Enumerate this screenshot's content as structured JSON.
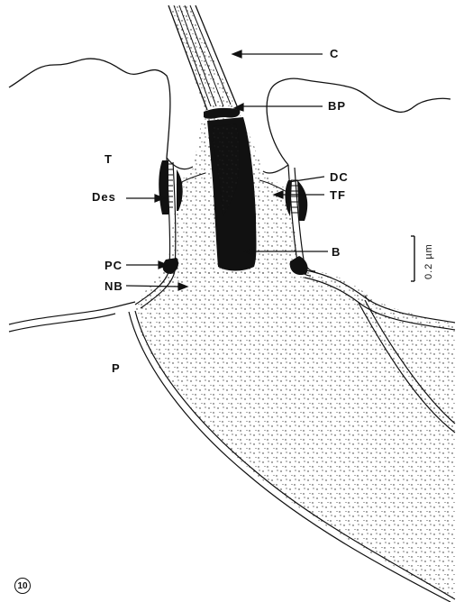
{
  "figure": {
    "number": "10",
    "scale_bar": "0.2 µm",
    "labels": {
      "C": "C",
      "BP": "BP",
      "T": "T",
      "DC": "DC",
      "Des": "Des",
      "TF": "TF",
      "B": "B",
      "PC": "PC",
      "NB": "NB",
      "P": "P"
    }
  }
}
